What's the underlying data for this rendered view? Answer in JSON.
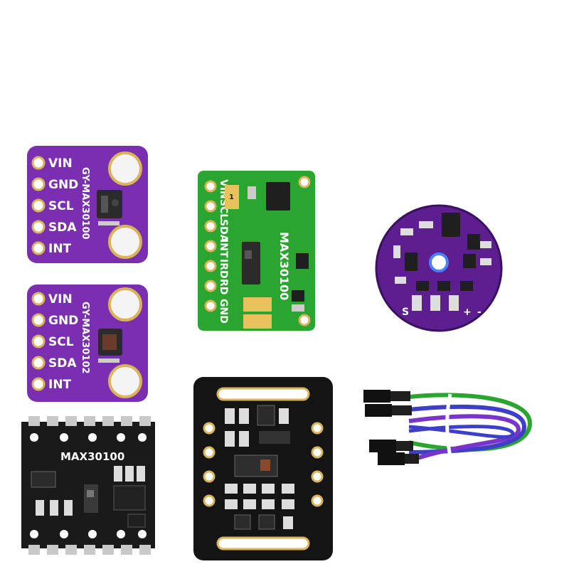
{
  "colors": {
    "purple": "#7a2fb0",
    "green": "#2aa52f",
    "black": "#1a1a1a",
    "gold": "#d9b45a",
    "tantalum": "#e8c25a"
  },
  "board1": {
    "pins": [
      "VIN",
      "GND",
      "SCL",
      "SDA",
      "INT"
    ],
    "name": "GY-MAX30100"
  },
  "board2": {
    "pins": [
      "VIN",
      "GND",
      "SCL",
      "SDA",
      "INT"
    ],
    "name": "GY-MAX30102"
  },
  "board3": {
    "pins": [
      "VIN",
      "SCL",
      "SDA",
      "INT",
      "IRD",
      "RD",
      "GND"
    ],
    "name": "MAX30100",
    "caps": [
      "1"
    ]
  },
  "board4": {
    "labels": [
      "S",
      "+",
      "-"
    ]
  },
  "board5": {
    "name": "MAX30100"
  }
}
